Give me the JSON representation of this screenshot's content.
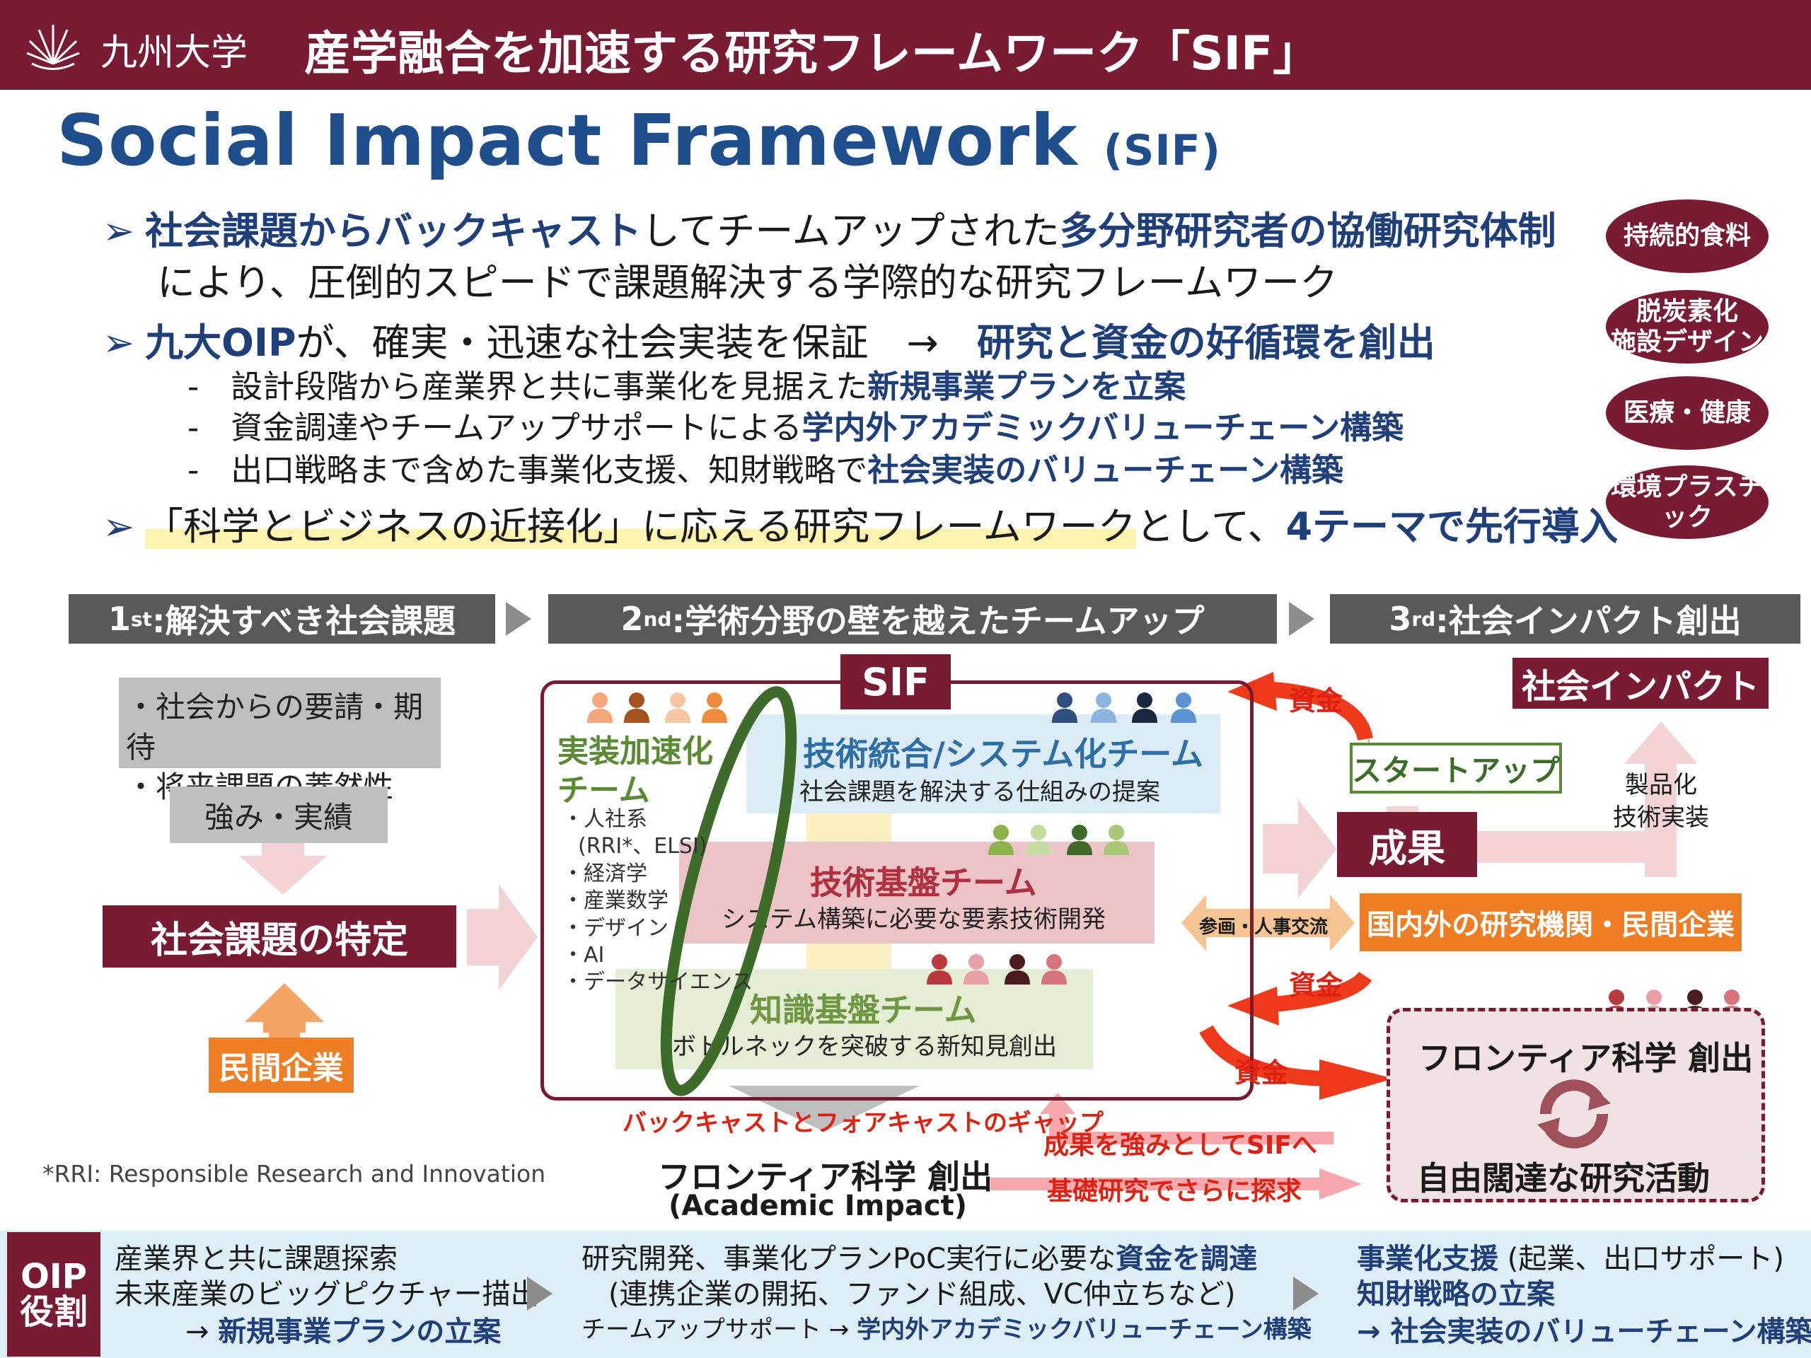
{
  "header": {
    "logo_text": "九州大学",
    "title": "産学融合を加速する研究フレームワーク「SIF」"
  },
  "main_title": "Social Impact Framework",
  "main_title_abbr": "(SIF)",
  "bullets": {
    "b1_bold1": "社会課題からバックキャスト",
    "b1_text1": "してチームアップされた",
    "b1_bold2": "多分野研究者の協働研究体制",
    "b1_line2": "により、圧倒的スピードで課題解決する学際的な研究フレームワーク",
    "b2_bold1": "九大OIP",
    "b2_text1": "が、確実・迅速な社会実装を保証　→　",
    "b2_bold2": "研究と資金の好循環を創出",
    "s1_text": "-　設計段階から産業界と共に事業化を見据えた",
    "s1_bold": "新規事業プランを立案",
    "s2_text": "-　資金調達やチームアップサポートによる",
    "s2_bold": "学内外アカデミックバリューチェーン構築",
    "s3_text": "-　出口戦略まで含めた事業化支援、知財戦略で",
    "s3_bold": "社会実装のバリューチェーン構築",
    "b3_hl": "「科学とビジネスの近接化」に応える研究フレームワーク",
    "b3_text": "として、",
    "b3_bold": "4テーマで先行導入"
  },
  "themes": [
    "持続的食料",
    "脱炭素化\n施設デザイン",
    "医療・健康",
    "環境プラスチック"
  ],
  "steps": {
    "s1_num": "1",
    "s1_sup": "st",
    "s1_label": ":解決すべき社会課題",
    "s2_num": "2",
    "s2_sup": "nd",
    "s2_label": ":学術分野の壁を越えたチームアップ",
    "s3_num": "3",
    "s3_sup": "rd",
    "s3_label": ":社会インパクト創出"
  },
  "left": {
    "needs1": "・社会からの要請・期待",
    "needs2": "・将来課題の蓋然性",
    "strength": "強み・実績",
    "identify": "社会課題の特定",
    "private": "民間企業",
    "rri_note": "*RRI: Responsible Research and Innovation"
  },
  "sif": {
    "label": "SIF",
    "accel_title1": "実装加速化",
    "accel_title2": "チーム",
    "accel_items": [
      "・人社系",
      "(RRI*、ELSI)",
      "・経済学",
      "・産業数学",
      "・デザイン",
      "・AI",
      "・データサイエンス"
    ],
    "tech_int_title": "技術統合/システム化チーム",
    "tech_int_desc": "社会課題を解決する仕組みの提案",
    "tech_base_title": "技術基盤チーム",
    "tech_base_desc": "システム構築に必要な要素技術開発",
    "know_title": "知識基盤チーム",
    "know_desc": "ボトルネックを突破する新知見創出",
    "gap": "バックキャストとフォアキャストのギャップ",
    "frontier1": "フロンティア科学 創出",
    "frontier2": "(Academic Impact)"
  },
  "right": {
    "impact": "社会インパクト",
    "startup": "スタートアップ",
    "productize1": "製品化",
    "productize2": "技術実装",
    "result": "成果",
    "exchange": "参画・人事交流",
    "institutions": "国内外の研究機関・民間企業",
    "fund1": "資金",
    "fund2": "資金",
    "fund3": "資金",
    "frontier_box1": "フロンティア科学 創出",
    "frontier_box2": "自由闊達な研究活動",
    "feedback1": "成果を強みとしてSIFへ",
    "feedback2": "基礎研究でさらに探求"
  },
  "footer": {
    "label1": "OIP",
    "label2": "役割",
    "c1_l1": "産業界と共に課題探索",
    "c1_l2": "未来産業のビッグピクチャー描出",
    "c1_l3_arrow": "→",
    "c1_l3_bold": "新規事業プランの立案",
    "c2_l1_text": "研究開発、事業化プランPoC実行に必要な",
    "c2_l1_bold": "資金を調達",
    "c2_l2": "(連携企業の開拓、ファンド組成、VC仲立ちなど)",
    "c2_l3_text": "チームアップサポート →",
    "c2_l3_bold": "学内外アカデミックバリューチェーン構築",
    "c3_l1_bold": "事業化支援",
    "c3_l1_text": "(起業、出口サポート)",
    "c3_l2_bold": "知財戦略の立案",
    "c3_l3_bold": "→ 社会実装のバリューチェーン構築"
  },
  "colors": {
    "maroon": "#7a1b34",
    "navy": "#1f3f7a",
    "orange": "#ef7d24",
    "red": "#e02010",
    "gray": "#595959"
  }
}
